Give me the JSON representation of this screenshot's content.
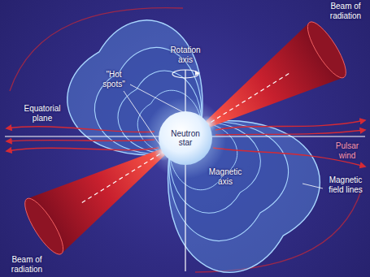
{
  "diagram": {
    "nodes": [
      {
        "text": [
          "Neutron star"
        ]
      }
    ],
    "labels": [
      "Beam of radiation",
      "Rotation axis",
      "\"Hot spots\"",
      "Equatorial plane",
      "Pulsar wind",
      "Magnetic axis",
      "Magnetic field lines",
      "Beam of radiation"
    ]
  }
}
